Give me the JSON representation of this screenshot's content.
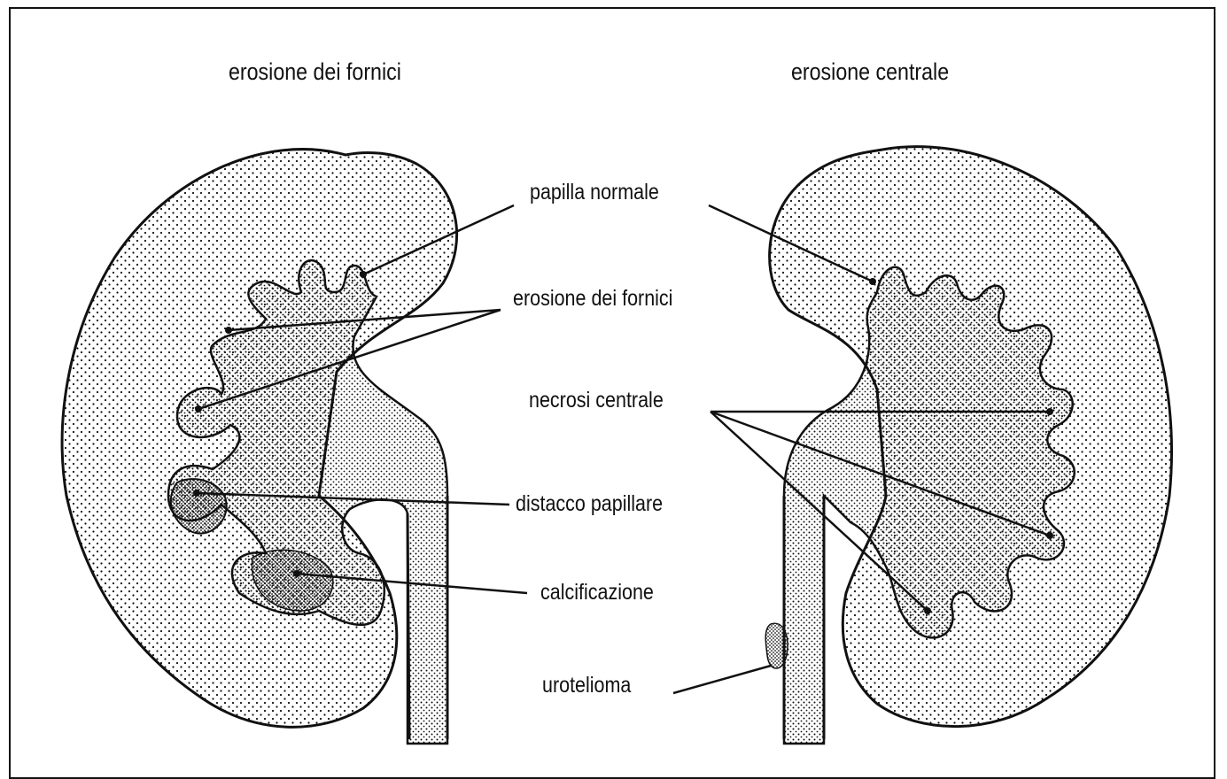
{
  "titles": {
    "left": "erosione dei fornici",
    "right": "erosione centrale"
  },
  "labels": {
    "papilla_normale": "papilla normale",
    "erosione_fornici": "erosione dei fornici",
    "necrosi_centrale": "necrosi centrale",
    "distacco_papillare": "distacco papillare",
    "calcificazione": "calcificazione",
    "urotelioma": "urotelioma"
  },
  "colors": {
    "ink": "#111111",
    "paper": "#ffffff"
  }
}
